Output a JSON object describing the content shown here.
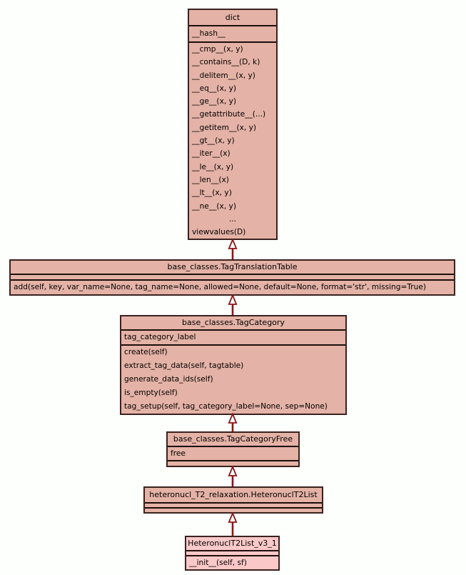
{
  "diagram": {
    "type": "uml-class-inheritance",
    "colors": {
      "background": "#fdfffd",
      "node_fill": "#e4b2a6",
      "highlight_node_fill": "#fbc8c8",
      "node_border": "#3a221e",
      "edge": "#8e1616",
      "text": "#000000"
    },
    "classes": {
      "dict": {
        "name": "dict",
        "attributes": [
          "__hash__"
        ],
        "methods": [
          "__cmp__(x, y)",
          "__contains__(D, k)",
          "__delitem__(x, y)",
          "__eq__(x, y)",
          "__ge__(x, y)",
          "__getattribute__(...)",
          "__getitem__(x, y)",
          "__gt__(x, y)",
          "__iter__(x)",
          "__le__(x, y)",
          "__len__(x)",
          "__lt__(x, y)",
          "__ne__(x, y)",
          "...",
          "viewvalues(D)"
        ]
      },
      "tag_translation_table": {
        "name": "base_classes.TagTranslationTable",
        "attributes": [],
        "methods": [
          "add(self, key, var_name=None, tag_name=None, allowed=None, default=None, format='str', missing=True)"
        ]
      },
      "tag_category": {
        "name": "base_classes.TagCategory",
        "attributes": [
          "tag_category_label"
        ],
        "methods": [
          "create(self)",
          "extract_tag_data(self, tagtable)",
          "generate_data_ids(self)",
          "is_empty(self)",
          "tag_setup(self, tag_category_label=None, sep=None)"
        ]
      },
      "tag_category_free": {
        "name": "base_classes.TagCategoryFree",
        "attributes": [
          "free"
        ],
        "methods": []
      },
      "heteronucl_t2_list": {
        "name": "heteronucl_T2_relaxation.HeteronuclT2List",
        "attributes": [],
        "methods": []
      },
      "heteronucl_t2_list_v3_1": {
        "name": "HeteronuclT2List_v3_1",
        "attributes": [],
        "methods": [
          "__init__(self, sf)"
        ]
      }
    },
    "edges": [
      {
        "from": "base_classes.TagTranslationTable",
        "to": "dict"
      },
      {
        "from": "base_classes.TagCategory",
        "to": "base_classes.TagTranslationTable"
      },
      {
        "from": "base_classes.TagCategoryFree",
        "to": "base_classes.TagCategory"
      },
      {
        "from": "heteronucl_T2_relaxation.HeteronuclT2List",
        "to": "base_classes.TagCategoryFree"
      },
      {
        "from": "HeteronuclT2List_v3_1",
        "to": "heteronucl_T2_relaxation.HeteronuclT2List"
      }
    ]
  }
}
